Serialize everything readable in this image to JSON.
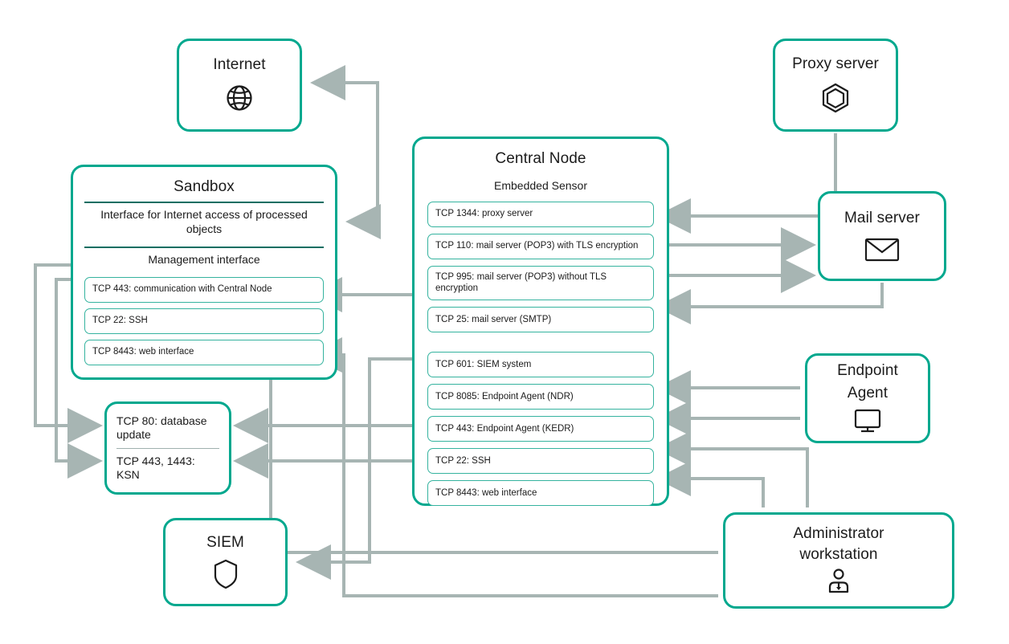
{
  "theme": {
    "accent": "#00a88e",
    "rule": "#0b6e62",
    "port_border": "#35b39f",
    "wire": "#a7b5b3",
    "text": "#1b1b1b"
  },
  "nodes": {
    "internet": {
      "title": "Internet",
      "icon": "globe-icon"
    },
    "proxy_server": {
      "title": "Proxy server",
      "icon": "hexagon-icon"
    },
    "mail_server": {
      "title": "Mail server",
      "icon": "envelope-icon"
    },
    "endpoint_agent": {
      "title": "Endpoint\nAgent",
      "title_line1": "Endpoint",
      "title_line2": "Agent",
      "icon": "monitor-icon"
    },
    "administrator_workstation": {
      "title_line1": "Administrator",
      "title_line2": "workstation",
      "icon": "person-icon"
    },
    "siem": {
      "title": "SIEM",
      "icon": "shield-icon"
    },
    "sandbox": {
      "title": "Sandbox",
      "internet_interface_label": "Interface for Internet access of processed objects",
      "management_interface_label": "Management interface",
      "ports": [
        "TCP 443: communication with Central Node",
        "TCP 22: SSH",
        "TCP 8443: web interface"
      ]
    },
    "central_node": {
      "title": "Central Node",
      "embedded_sensor_label": "Embedded Sensor",
      "sensor_ports": [
        "TCP 1344: proxy server",
        "TCP 110: mail server (POP3) with TLS encryption",
        "TCP 995: mail server (POP3) without TLS encryption",
        "TCP 25: mail server (SMTP)"
      ],
      "core_ports": [
        "TCP 601: SIEM system",
        "TCP 8085: Endpoint Agent (NDR)",
        "TCP 443: Endpoint Agent (KEDR)",
        "TCP 22: SSH",
        "TCP 8443: web interface"
      ]
    },
    "database_update": {
      "rows": [
        "TCP 80: database update",
        "TCP 443, 1443: KSN"
      ]
    }
  }
}
